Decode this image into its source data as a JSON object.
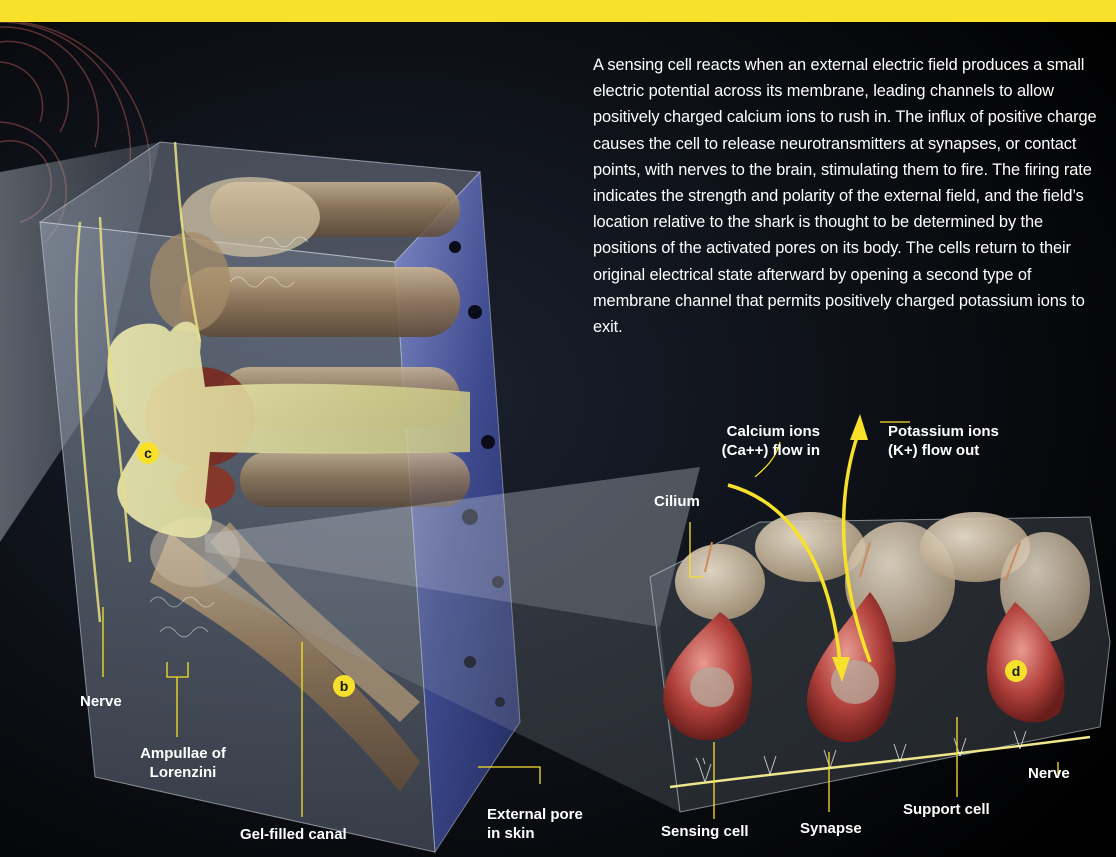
{
  "caption": "A sensing cell reacts when an external electric field produces a small electric potential across its membrane, leading channels to allow positively charged calcium ions to rush in. The influx of positive charge causes the cell to release neurotransmitters at synapses, or contact points, with nerves to the brain, stimulating them to fire. The firing rate indicates the strength and polarity of the external field, and the field’s location relative to the shark is thought to be determined by the positions of the activated pores on its body. The cells return to their original electrical state afterward by opening a second type of membrane channel that permits positively charged potassium ions to exit.",
  "labels": {
    "nerve_left": "Nerve",
    "ampullae_line1": "Ampullae of",
    "ampullae_line2": "Lorenzini",
    "gel_canal": "Gel-filled canal",
    "external_pore_line1": "External pore",
    "external_pore_line2": "in skin",
    "calcium_line1": "Calcium ions",
    "calcium_line2": "(Ca++) flow in",
    "potassium_line1": "Potassium ions",
    "potassium_line2": "(K+) flow out",
    "cilium": "Cilium",
    "sensing_cell": "Sensing cell",
    "synapse": "Synapse",
    "support_cell": "Support cell",
    "nerve_right": "Nerve"
  },
  "badges": {
    "b": "b",
    "c": "c",
    "d": "d"
  },
  "colors": {
    "accent": "#f7e12a",
    "background": "#000000",
    "text": "#ffffff"
  }
}
